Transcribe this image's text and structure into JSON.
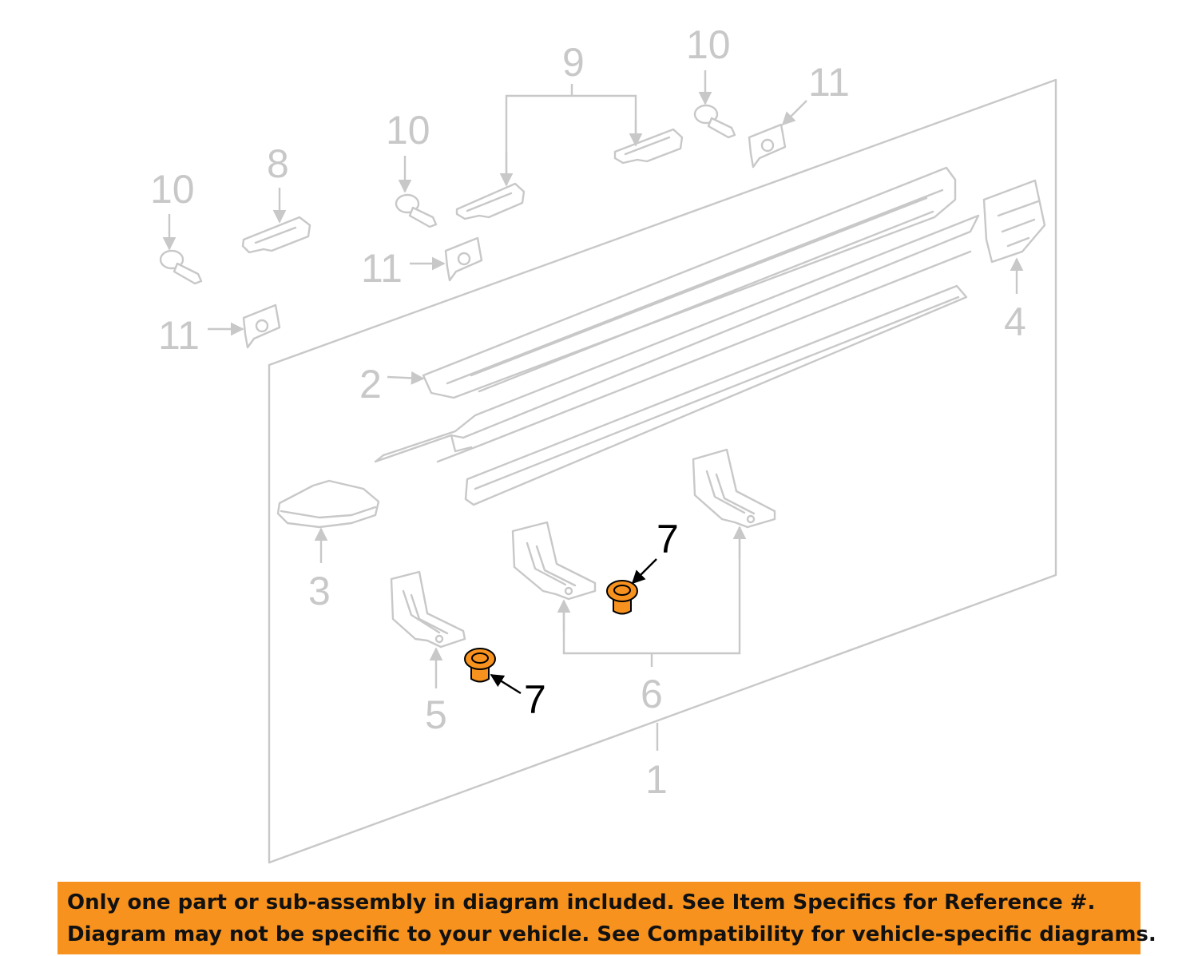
{
  "callouts": {
    "c1": "1",
    "c2": "2",
    "c3": "3",
    "c4": "4",
    "c5": "5",
    "c6": "6",
    "c7a": "7",
    "c7b": "7",
    "c8": "8",
    "c9": "9",
    "c10a": "10",
    "c10b": "10",
    "c10c": "10",
    "c11a": "11",
    "c11b": "11",
    "c11c": "11"
  },
  "colors": {
    "highlight_part": "#f7921e",
    "banner_background": "#f7921e",
    "line_art": "#c8c8c8"
  },
  "banner": {
    "line1": "Only one part or sub-assembly in diagram included. See Item Specifics for Reference #.",
    "line2": "Diagram may not be specific to your vehicle. See Compatibility for vehicle-specific diagrams."
  }
}
